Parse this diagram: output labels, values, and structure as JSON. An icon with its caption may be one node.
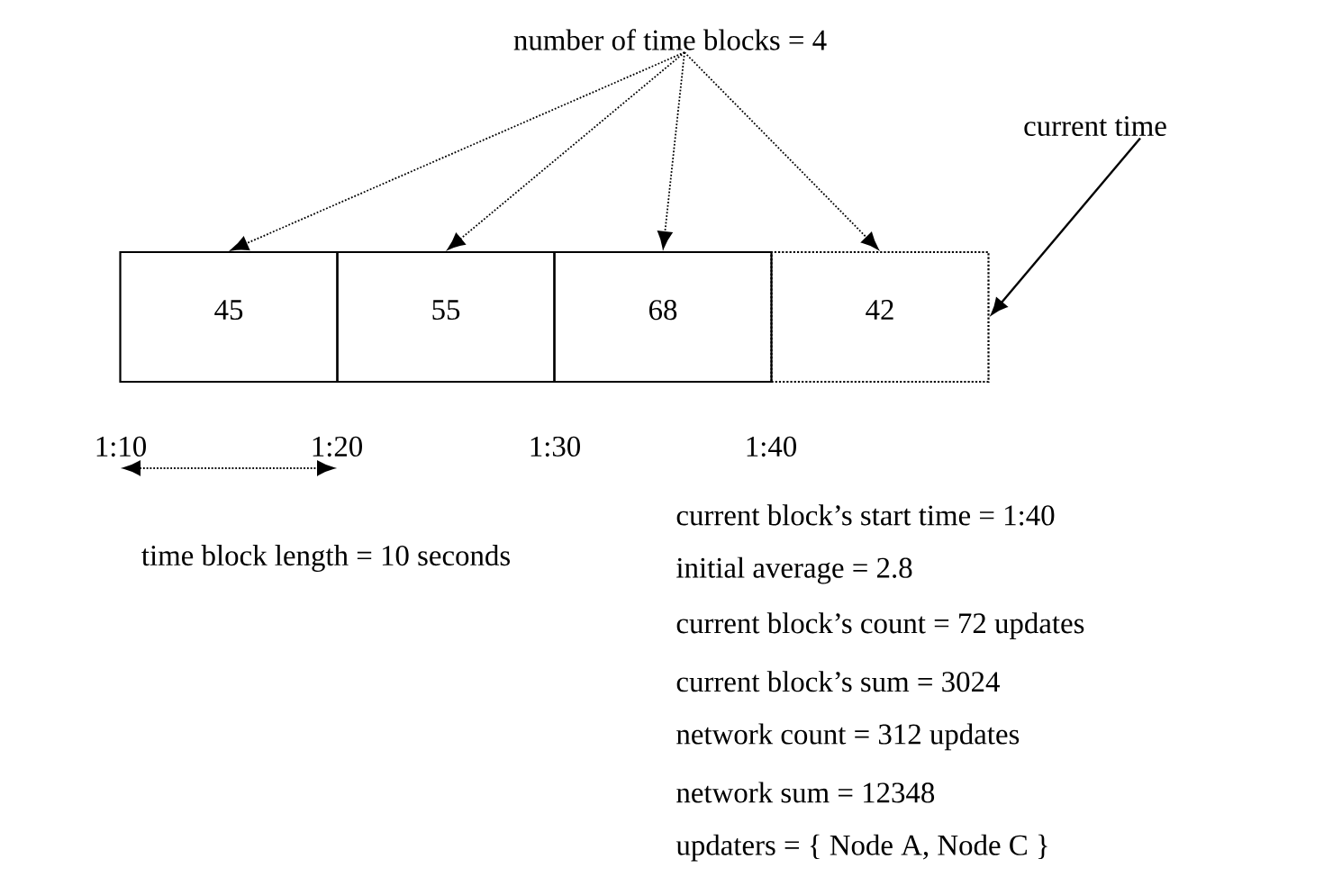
{
  "diagram": {
    "nodes": [
      {
        "text": [
          "number of time blocks = 4"
        ]
      },
      {
        "text": [
          "45"
        ]
      },
      {
        "text": [
          "55"
        ]
      },
      {
        "text": [
          "68"
        ]
      },
      {
        "text": [
          "42"
        ]
      },
      {
        "text": [
          "current time"
        ]
      }
    ],
    "edges": [
      {
        "from": 0,
        "to": 1,
        "arrow": "to",
        "style": "dashed"
      },
      {
        "from": 0,
        "to": 2,
        "arrow": "to",
        "style": "dashed"
      },
      {
        "from": 0,
        "to": 3,
        "arrow": "to",
        "style": "dashed"
      },
      {
        "from": 0,
        "to": 4,
        "arrow": "to",
        "style": "dashed"
      },
      {
        "from": 5,
        "to": 4,
        "arrow": "to"
      }
    ],
    "labels": [
      "1:10",
      "1:20",
      "1:30",
      "1:40",
      "time block length = 10 seconds",
      "current block’s start time = 1:40",
      "initial average = 2.8",
      "current block’s count = 72 updates",
      "current block’s sum = 3024",
      "network count = 312 updates",
      "network sum = 12348",
      "updaters = { Node A, Node C }"
    ]
  }
}
